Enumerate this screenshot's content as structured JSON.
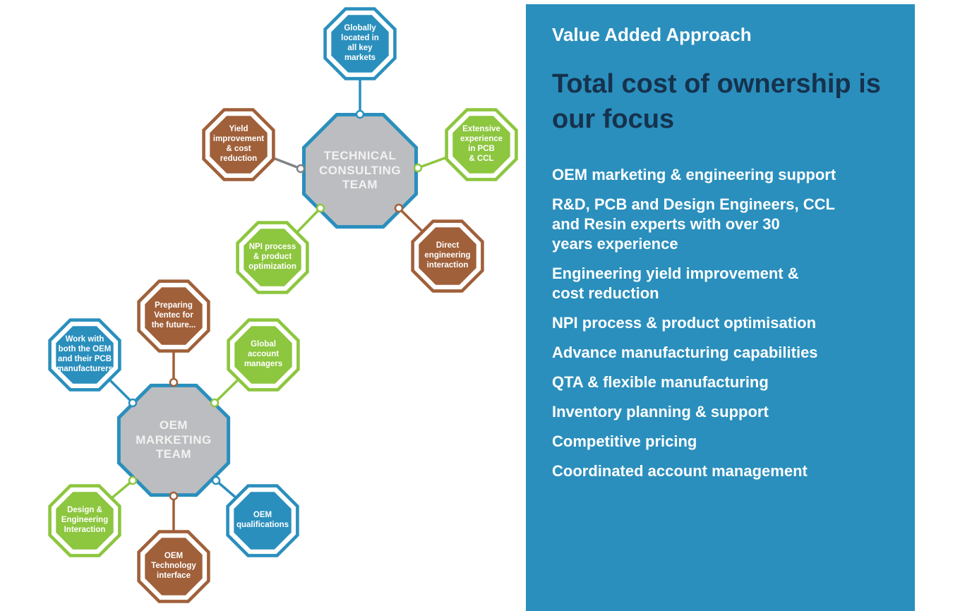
{
  "colors": {
    "blue": "#2a8fbd",
    "brown": "#a0603a",
    "green": "#8dc63f",
    "gray": "#bcbdc0",
    "connector_gray": "#808285",
    "title_dark": "#16324d"
  },
  "technical": {
    "center": "TECHNICAL\nCONSULTING\nTEAM",
    "nodes": [
      {
        "label": "Globally\nlocated in\nall key\nmarkets",
        "color": "blue"
      },
      {
        "label": "Yield\nimprovement\n& cost\nreduction",
        "color": "brown"
      },
      {
        "label": "Extensive\nexperience\nin PCB\n& CCL",
        "color": "green"
      },
      {
        "label": "NPI process\n& product\noptimization",
        "color": "green"
      },
      {
        "label": "Direct\nengineering\ninteraction",
        "color": "brown"
      }
    ]
  },
  "oem": {
    "center": "OEM\nMARKETING\nTEAM",
    "nodes": [
      {
        "label": "Preparing\nVentec for\nthe future...",
        "color": "brown"
      },
      {
        "label": "Work with\nboth the OEM\nand their PCB\nmanufacturers",
        "color": "blue"
      },
      {
        "label": "Global\naccount\nmanagers",
        "color": "green"
      },
      {
        "label": "Design &\nEngineering\nInteraction",
        "color": "green"
      },
      {
        "label": "OEM\nqualifications",
        "color": "blue"
      },
      {
        "label": "OEM\nTechnology\ninterface",
        "color": "brown"
      }
    ]
  },
  "panel": {
    "kicker": "Value Added Approach",
    "title": "Total cost of ownership is our focus",
    "items": [
      "OEM marketing & engineering support",
      "R&D, PCB and Design Engineers,  CCL\nand Resin experts with over 30\nyears experience",
      "Engineering yield improvement &\ncost reduction",
      "NPI process & product optimisation",
      "Advance manufacturing capabilities",
      "QTA & flexible manufacturing",
      "Inventory planning & support",
      "Competitive pricing",
      "Coordinated account management"
    ]
  }
}
